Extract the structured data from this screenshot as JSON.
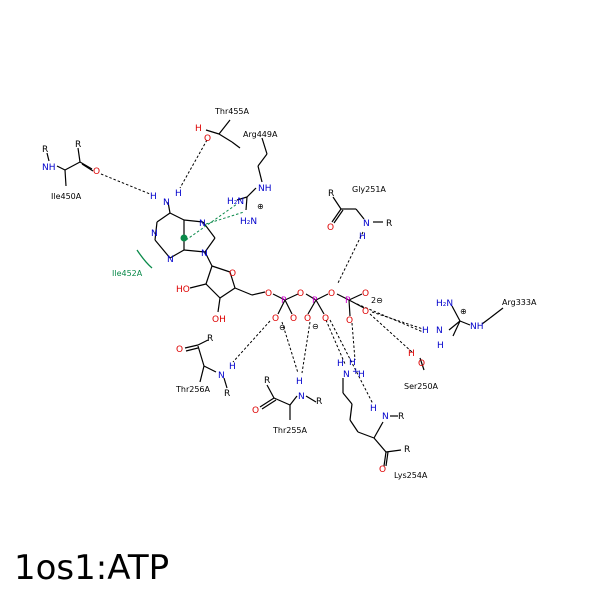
{
  "title": "1os1:ATP",
  "residues": {
    "thr455": "Thr455A",
    "arg449": "Arg449A",
    "ile450": "Ile450A",
    "ile452": "Ile452A",
    "gly251": "Gly251A",
    "arg333": "Arg333A",
    "thr256": "Thr256A",
    "ser250": "Ser250A",
    "thr255": "Thr255A",
    "lys254": "Lys254A"
  },
  "charges": {
    "two_minus": "2⊖",
    "plus": "⊕",
    "minus": "⊖"
  },
  "colors": {
    "nitrogen": "#0000cc",
    "oxygen": "#dd0000",
    "phosphorus": "#cc00cc",
    "hydrophobic": "#0a8a4a"
  }
}
